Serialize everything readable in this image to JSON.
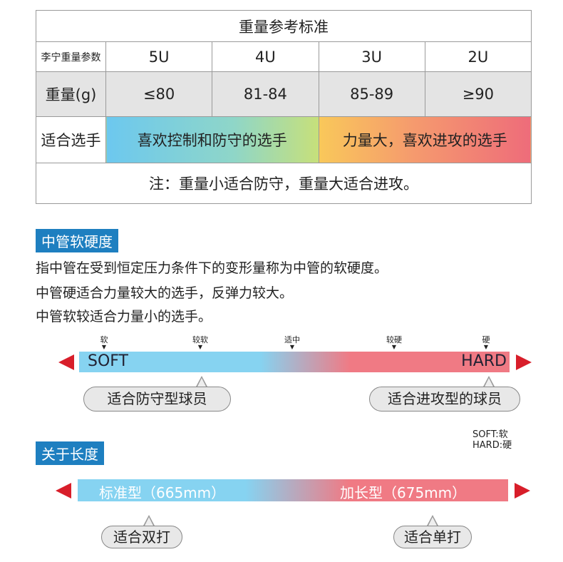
{
  "table": {
    "title": "重量参考标准",
    "row_header": {
      "label": "李宁重量参数",
      "cols": [
        "5U",
        "4U",
        "3U",
        "2U"
      ]
    },
    "weight": {
      "label": "重量(g)",
      "cols": [
        "≤80",
        "81-84",
        "85-89",
        "≥90"
      ]
    },
    "suitable": {
      "label": "适合选手",
      "left": "喜欢控制和防守的选手",
      "right": "力量大，喜欢进攻的选手"
    },
    "note": "注：重量小适合防守，重量大适合进攻。"
  },
  "flex": {
    "heading": "中管软硬度",
    "lines": [
      "指中管在受到恒定压力条件下的变形量称为中管的软硬度。",
      "中管硬适合力量较大的选手，反弹力较大。",
      "中管软较适合力量小的选手。"
    ],
    "ticks": [
      "软",
      "较软",
      "适中",
      "较硬",
      "硬"
    ],
    "soft": "SOFT",
    "hard": "HARD",
    "bubble_left": "适合防守型球员",
    "bubble_right": "适合进攻型的球员",
    "legend": [
      "SOFT:软",
      "HARD:硬"
    ]
  },
  "length": {
    "heading": "关于长度",
    "left": "标准型（665mm）",
    "right": "加长型（675mm）",
    "bubble_left": "适合双打",
    "bubble_right": "适合单打"
  },
  "colors": {
    "blue": "#86d3f1",
    "red": "#f07a84",
    "arrow": "#d81e2a",
    "heading": "#1e7fc0"
  }
}
